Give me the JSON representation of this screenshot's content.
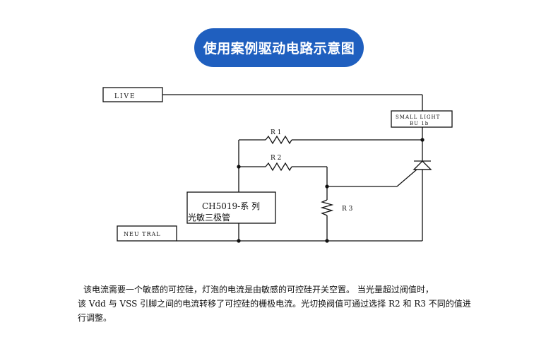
{
  "title": "使用案例驱动电路示意图",
  "labels": {
    "live": "LIVE",
    "neutral": "NEU TRAL",
    "light_line1": "SMALL LIGHT",
    "light_line2": "BU 1b",
    "r1": "R 1",
    "r2": "R 2",
    "r3": "R 3",
    "chip_line1": "CH5019-系 列",
    "chip_line2": "光敏三极管"
  },
  "description": {
    "line1": "该电流需要一个敏感的可控硅，灯泡的电流是由敏感的可控硅开关空置。 当光量超过阀值时，",
    "line2": "该 Vdd 与 VSS 引脚之间的电流转移了可控硅的栅极电流。光切换阀值可通过选择 R2 和 R3 不同的值进",
    "line3": "行调整。"
  }
}
